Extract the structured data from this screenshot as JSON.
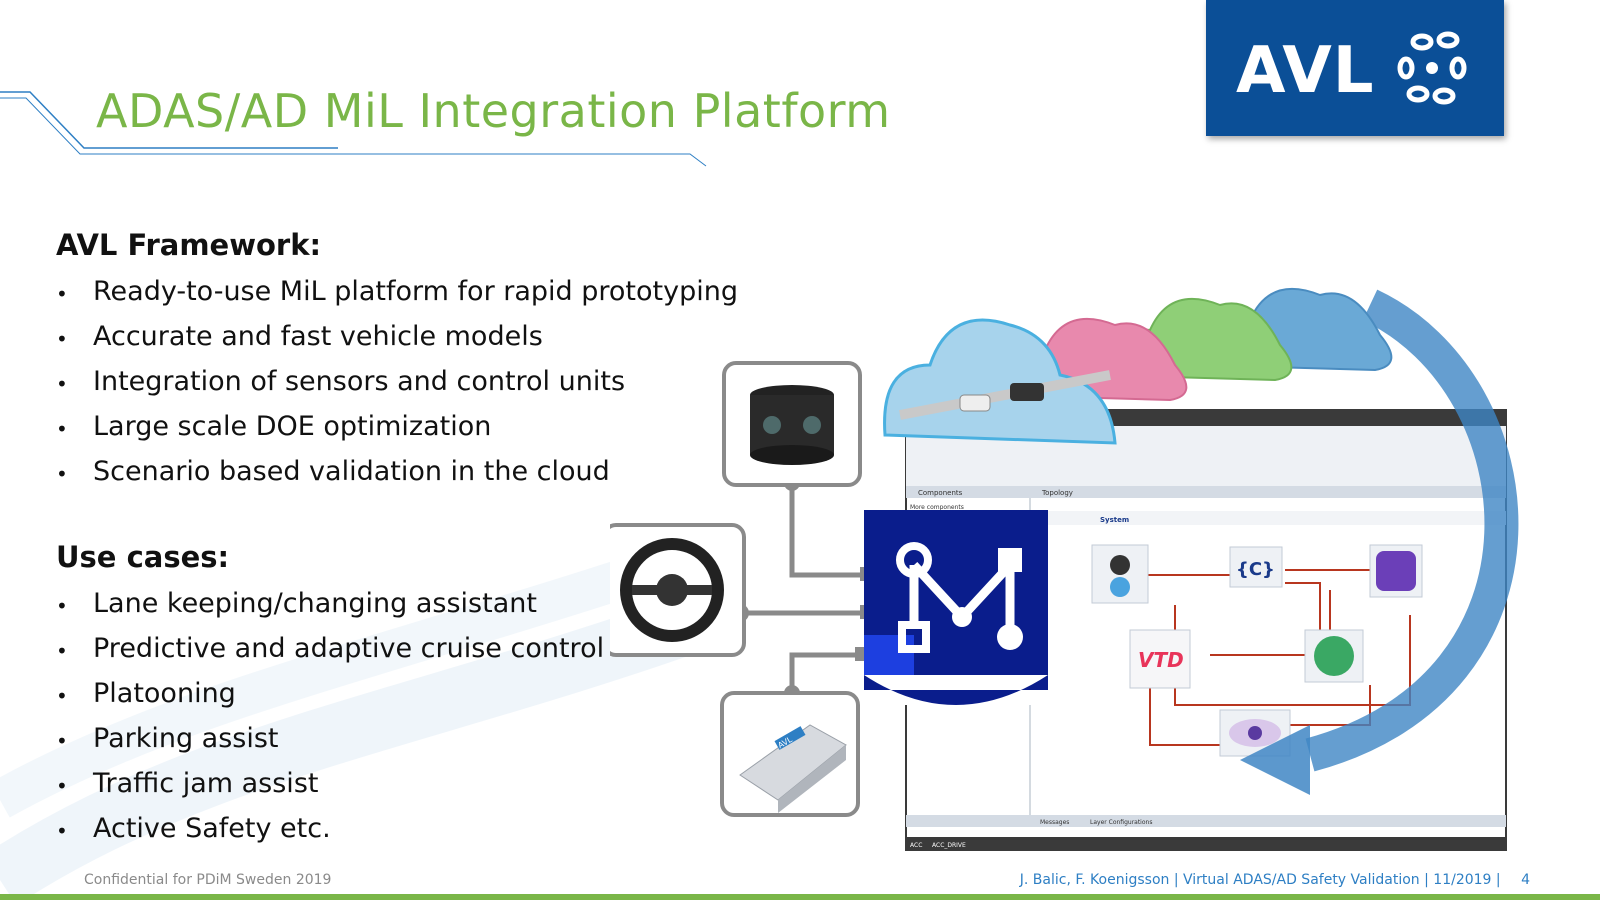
{
  "title": "ADAS/AD MiL Integration Platform",
  "logo": {
    "text": "AVL",
    "icon": "avl-star-icon",
    "color": "#0b4f97"
  },
  "framework": {
    "heading": "AVL Framework:",
    "items": [
      "Ready-to-use MiL platform for rapid prototyping",
      "Accurate and fast vehicle models",
      "Integration of sensors and control units",
      "Large scale DOE optimization",
      "Scenario based validation in the cloud"
    ]
  },
  "use_cases": {
    "heading": "Use cases:",
    "items": [
      "Lane keeping/changing assistant",
      "Predictive and adaptive cruise control",
      "Platooning",
      "Parking assist",
      "Traffic jam assist",
      "Active Safety etc."
    ]
  },
  "bullet_symbol": "•",
  "diagram": {
    "software_tabs": [
      "Components",
      "Topology"
    ],
    "software_panel_label": "More components",
    "software_system_label": "System",
    "software_bottom_tabs": [
      "Messages",
      "Layer Configurations"
    ],
    "software_status_tabs": [
      "ACC",
      "ACC_DRIVE"
    ],
    "vtd_label": "VTD",
    "code_label": "{C}",
    "hardware_label": "AVL",
    "cloud_colors": [
      "#7fc0e6",
      "#e889ad",
      "#8fcf77",
      "#6aa9d6"
    ],
    "arrow_color": "#3f86c4",
    "hub_color": "#0a1d8c",
    "accent_color": "#7ab648"
  },
  "footer": {
    "left": "Confidential for PDiM Sweden 2019",
    "right": "J. Balic, F. Koenigsson | Virtual ADAS/AD Safety Validation | 11/2019 |",
    "page": "4"
  }
}
